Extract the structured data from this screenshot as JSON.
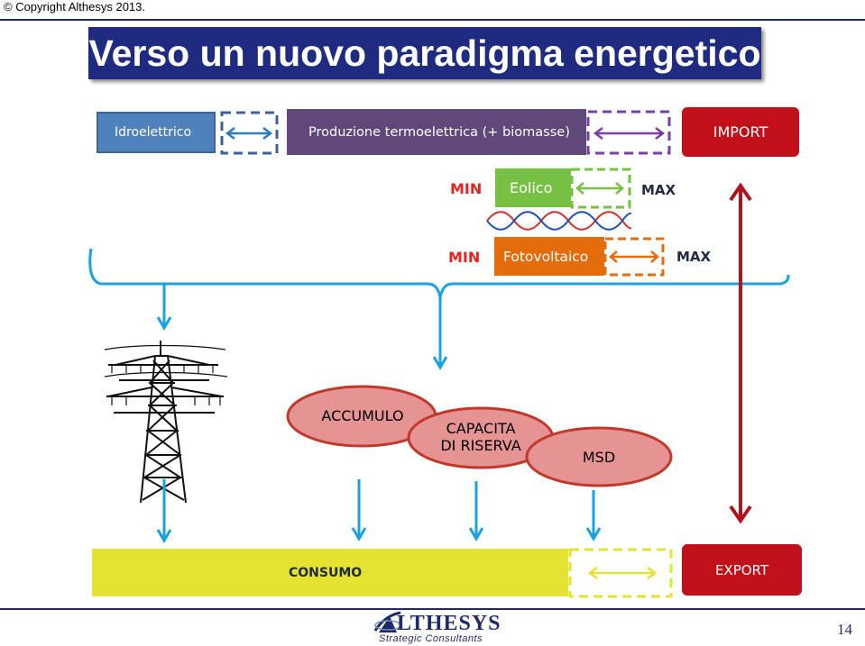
{
  "header": {
    "copyright": "© Copyright Althesys 2013.",
    "title": "Verso un nuovo paradigma energetico"
  },
  "sources": {
    "idroelettrico": "Idroelettrico",
    "termoelettrica": "Produzione termoelettrica (+ biomasse)",
    "import": "IMPORT",
    "eolico": "Eolico",
    "fotovoltaico": "Fotovoltaico",
    "min_eolico": "MIN",
    "max_eolico": "MAX",
    "min_foto": "MIN",
    "max_foto": "MAX"
  },
  "storage": {
    "accumulo": "ACCUMULO",
    "capacita": "CAPACITA",
    "riserva": "DI RISERVA",
    "msd": "MSD"
  },
  "demand": {
    "consumo": "CONSUMO",
    "export": "EXPORT"
  },
  "footer": {
    "logo_main": "LTHESYS",
    "logo_sub": "Strategic Consultants",
    "page_number": "14"
  },
  "colors": {
    "title_bg": "#1f2b80",
    "idro": "#4f81bd",
    "termo": "#60497a",
    "import_export": "#c0101a",
    "eolico": "#76c043",
    "fotovoltaico": "#e46c0a",
    "consumo": "#e4e332",
    "ellipse": "#e59393",
    "arrow_blue": "#1ba1e2"
  },
  "icons": {
    "pylon": "power-pylon-icon",
    "logo": "althesys-logo-icon"
  }
}
